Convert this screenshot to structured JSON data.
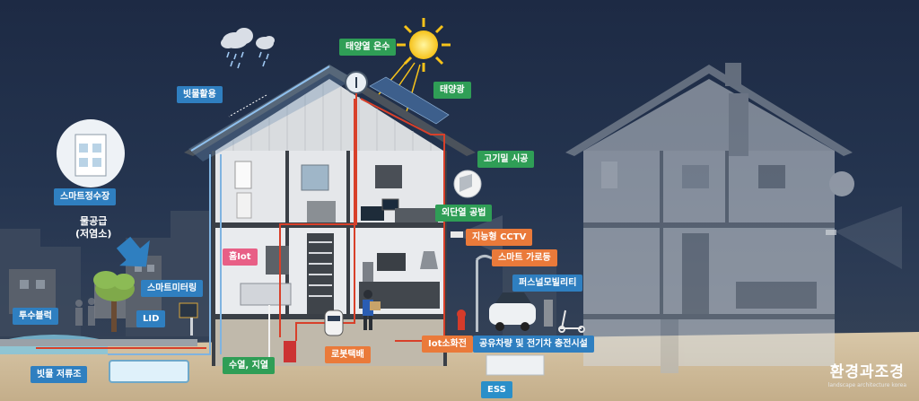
{
  "labels": {
    "solar_thermal": "태양열 온수",
    "solar_pv": "태양광",
    "rainwater_use": "빗물활용",
    "airtight": "고기밀 시공",
    "smart_purifier": "스마트정수장",
    "ext_insulation": "외단열 공법",
    "water_line1": "물공급",
    "water_line2": "(저염소)",
    "smart_cctv": "지능형 CCTV",
    "home_iot": "홈Iot",
    "smart_light": "스마트 가로등",
    "personal_mobility": "퍼스널모빌리티",
    "smart_meter": "스마트미터링",
    "permeable_block": "투수블럭",
    "lid": "LID",
    "iot_hydrant": "Iot소화전",
    "ev_sharing": "공유차량 및 전기차 충전시설",
    "robot_delivery": "로봇택배",
    "geothermal": "수열, 지열",
    "rain_storage": "빗물 저류조",
    "ess": "ESS"
  },
  "brand": {
    "name": "환경과조경",
    "subtitle": "landscape architecture korea"
  },
  "colors": {
    "green_label": "#2f9e56",
    "blue_label": "#2f7fc0",
    "orange_label": "#ea7a3a",
    "pink_label": "#e85f86",
    "hot_pipe": "#d8402a",
    "cold_pipe": "#7fb3e0"
  }
}
